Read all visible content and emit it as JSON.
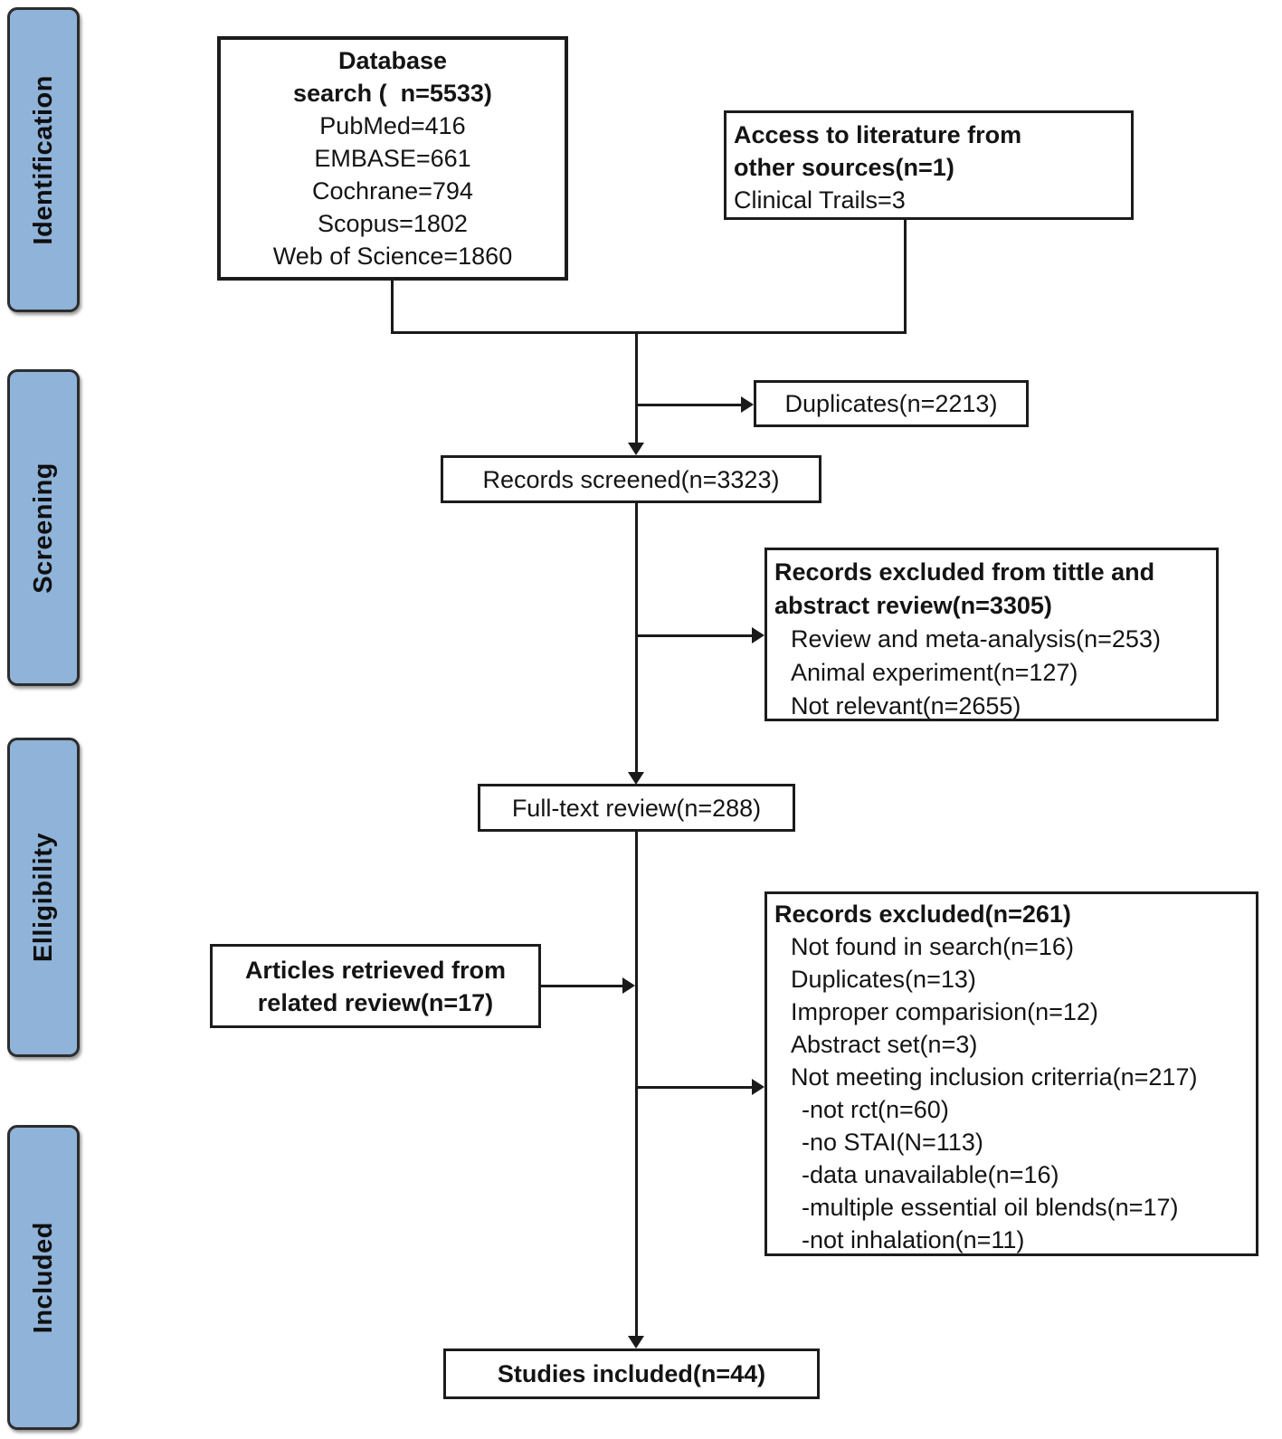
{
  "palette": {
    "stage_fill": "#8fb3d9",
    "stage_border": "#2d2d2d",
    "box_border": "#1c1c1c",
    "line_color": "#1a1a1a"
  },
  "stages": [
    {
      "label": "Identification"
    },
    {
      "label": "Screening"
    },
    {
      "label": "Elligibility"
    },
    {
      "label": "Included"
    }
  ],
  "boxes": {
    "database_search": {
      "title_lines": [
        "Database",
        "search (  n=5533)"
      ],
      "lines": [
        "PubMed=416",
        "EMBASE=661",
        "Cochrane=794",
        "Scopus=1802",
        "Web of Science=1860"
      ]
    },
    "other_sources": {
      "title_lines": [
        "Access to literature from",
        "other sources(n=1)"
      ],
      "lines": [
        "Clinical Trails=3"
      ]
    },
    "duplicates": {
      "label": "Duplicates(n=2213)"
    },
    "records_screened": {
      "label": "Records screened(n=3323)"
    },
    "excluded_title_abstract": {
      "title_lines": [
        "Records excluded from tittle and",
        "abstract review(n=3305)"
      ],
      "lines": [
        "Review and meta-analysis(n=253)",
        "Animal experiment(n=127)",
        "Not relevant(n=2655)"
      ]
    },
    "full_text_review": {
      "label": "Full-text review(n=288)"
    },
    "articles_retrieved": {
      "title_lines": [
        "Articles retrieved from",
        "related review(n=17)"
      ]
    },
    "records_excluded": {
      "title": "Records excluded(n=261)",
      "lines": [
        "Not found in search(n=16)",
        "Duplicates(n=13)",
        "Improper comparision(n=12)",
        "Abstract set(n=3)",
        "Not meeting inclusion criterria(n=217)"
      ],
      "sub_lines": [
        "-not rct(n=60)",
        "-no STAI(N=113)",
        "-data unavailable(n=16)",
        "-multiple essential oil blends(n=17)",
        "-not inhalation(n=11)"
      ]
    },
    "studies_included": {
      "label": "Studies included(n=44)"
    }
  }
}
